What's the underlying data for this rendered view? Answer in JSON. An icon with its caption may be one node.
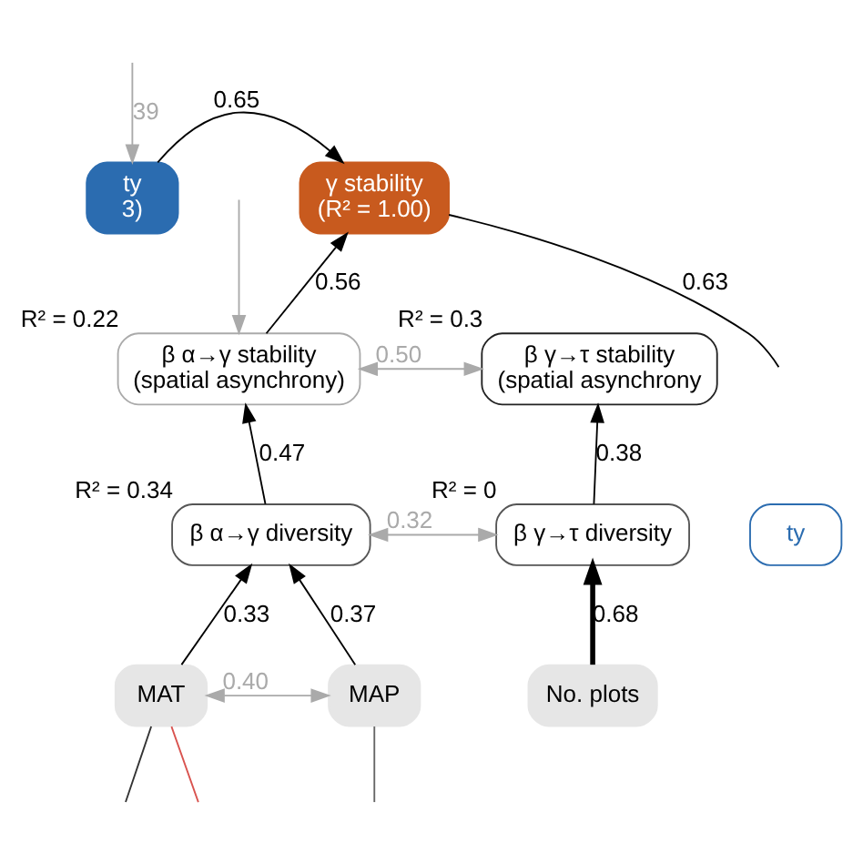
{
  "diagram": {
    "nodes": [
      {
        "text": [
          "ty",
          "3)"
        ]
      },
      {
        "text": [
          "γ stability",
          "(R² = 1.00)"
        ]
      },
      {
        "text": [
          "β α→γ stability",
          "(spatial asynchrony)"
        ],
        "beside": [
          "R² = 0.22"
        ]
      },
      {
        "text": [
          "β γ→τ stability",
          "(spatial asynchrony"
        ],
        "beside": [
          "R² = 0.3"
        ]
      },
      {
        "text": [
          "ty"
        ]
      },
      {
        "text": [
          "β α→γ diversity"
        ],
        "beside": [
          "R² = 0.34"
        ]
      },
      {
        "text": [
          "β γ→τ diversity"
        ],
        "beside": [
          "R² = 0"
        ]
      },
      {
        "text": [
          "MAT"
        ]
      },
      {
        "text": [
          "MAP"
        ]
      },
      {
        "text": [
          "No. plots"
        ]
      }
    ],
    "edges": [
      {
        "from": 0,
        "to": 1,
        "arrow": "to",
        "label": "0.65"
      },
      {
        "from": 1,
        "to": null,
        "arrow": "none",
        "label": "0.63"
      },
      {
        "from": 2,
        "to": 1,
        "arrow": "to",
        "label": "0.56"
      },
      {
        "from": null,
        "to": 0,
        "arrow": "to",
        "label": "39",
        "color": "#aaaaaa"
      },
      {
        "from": null,
        "to": 2,
        "arrow": "to",
        "color": "#aaaaaa"
      },
      {
        "from": 2,
        "to": 3,
        "arrow": "both",
        "label": "0.50",
        "color": "#aaaaaa"
      },
      {
        "from": 5,
        "to": 2,
        "arrow": "to",
        "label": "0.47"
      },
      {
        "from": 6,
        "to": 3,
        "arrow": "to",
        "label": "0.38"
      },
      {
        "from": 5,
        "to": 6,
        "arrow": "both",
        "label": "0.32",
        "color": "#aaaaaa"
      },
      {
        "from": 7,
        "to": 5,
        "arrow": "to",
        "label": "0.33"
      },
      {
        "from": 8,
        "to": 5,
        "arrow": "to",
        "label": "0.37"
      },
      {
        "from": 9,
        "to": 6,
        "arrow": "to",
        "label": "0.68",
        "style": "thick"
      },
      {
        "from": 7,
        "to": 8,
        "arrow": "both",
        "label": "0.40",
        "color": "#aaaaaa"
      },
      {
        "from": 7,
        "to": null,
        "arrow": "none",
        "color": "#d9534f"
      },
      {
        "from": 7,
        "to": null,
        "arrow": "none",
        "color": "#333333"
      },
      {
        "from": 8,
        "to": null,
        "arrow": "none",
        "color": "#666666"
      }
    ]
  }
}
